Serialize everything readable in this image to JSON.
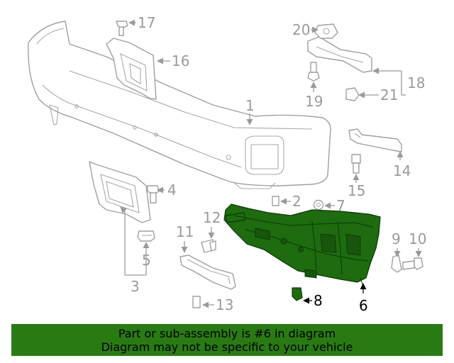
{
  "diagram": {
    "callouts": {
      "c1": "1",
      "c2": "2",
      "c3": "3",
      "c4": "4",
      "c5": "5",
      "c6": "6",
      "c7": "7",
      "c8": "8",
      "c9": "9",
      "c10": "10",
      "c11": "11",
      "c12": "12",
      "c13": "13",
      "c14": "14",
      "c15": "15",
      "c16": "16",
      "c17": "17",
      "c18": "18",
      "c19": "19",
      "c20": "20",
      "c21": "21"
    },
    "highlighted_part": "6",
    "highlight_color": "#1e6b10"
  },
  "banner": {
    "line1": "Part or sub-assembly is #6 in diagram",
    "line2": "Diagram may not be specific to your vehicle",
    "background": "#2a7a14"
  }
}
